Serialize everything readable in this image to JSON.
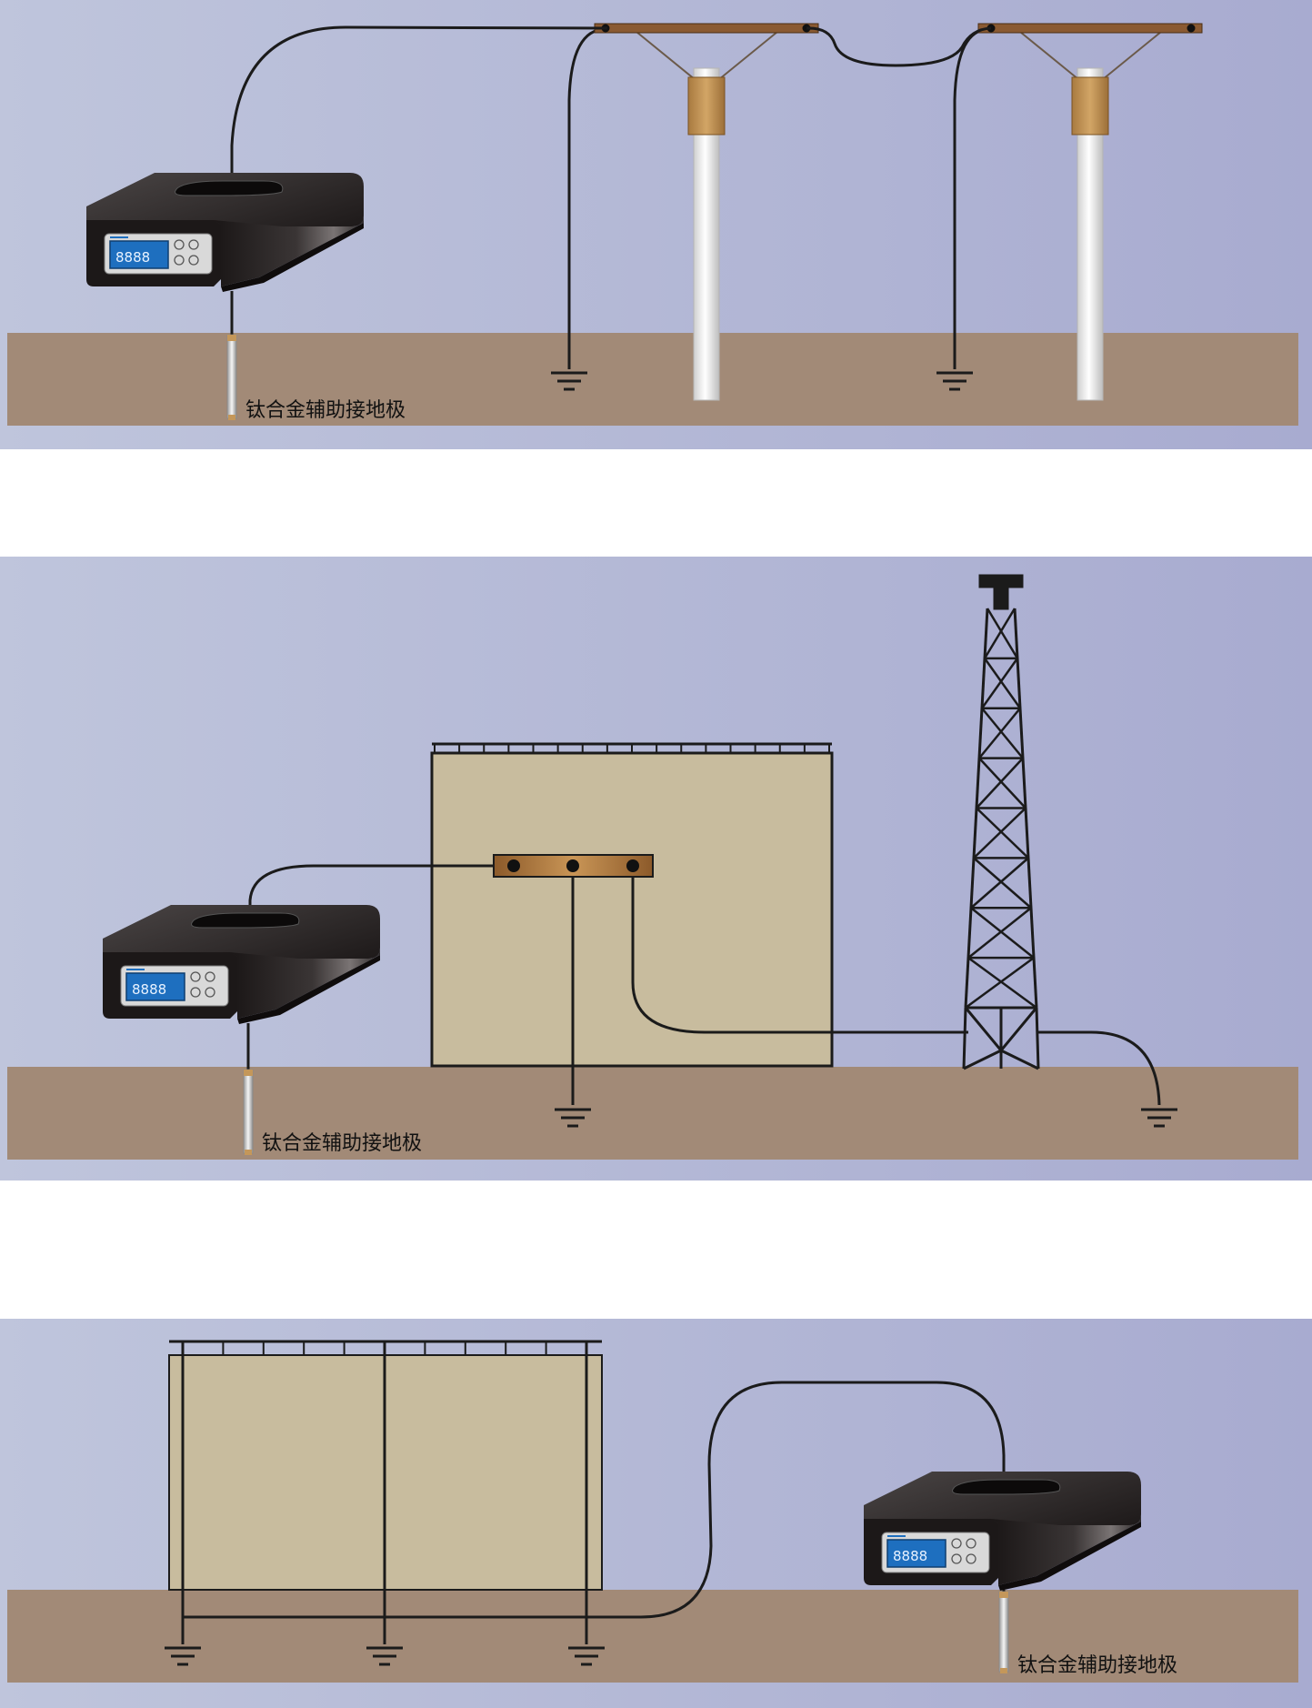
{
  "colors": {
    "sky_left": "#bcc2da",
    "sky_right": "#a9acd0",
    "ground": "#a28a77",
    "wire": "#1b1b1b",
    "crossarm": "#8a5a32",
    "insulator": "#c4975a",
    "pole": "#f2f2f2",
    "panel": "#c8bc9e",
    "busbar": "#b07a3e",
    "device_body": "#1e1a1a",
    "lcd": "#1e6fbf",
    "rod": "#d9d9d9"
  },
  "panels": [
    {
      "id": "overhead-line-poles",
      "electrode_label": "钛合金辅助接地极"
    },
    {
      "id": "substation-and-tower",
      "electrode_label": "钛合金辅助接地极"
    },
    {
      "id": "fenced-enclosure",
      "electrode_label": "钛合金辅助接地极"
    }
  ],
  "device": {
    "lcd_text": "8888",
    "button_icons": [
      "circle-button-icon",
      "circle-button-icon",
      "circle-button-icon",
      "circle-button-icon"
    ]
  }
}
